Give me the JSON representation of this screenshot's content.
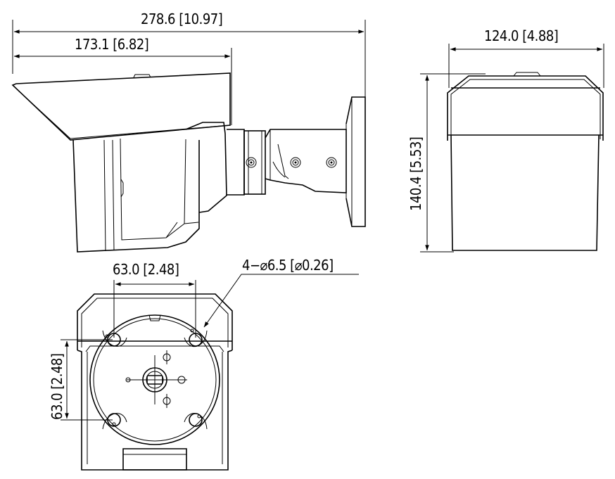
{
  "side_view": {
    "overall_length": "278.6 [10.97]",
    "body_length": "173.1 [6.82]"
  },
  "front_view": {
    "width": "124.0 [4.88]",
    "height": "140.4 [5.53]"
  },
  "bottom_view": {
    "hole_spacing_horizontal": "63.0 [2.48]",
    "hole_spacing_vertical": "63.0 [2.48]",
    "hole_callout": "4−⌀6.5 [⌀0.26]"
  }
}
